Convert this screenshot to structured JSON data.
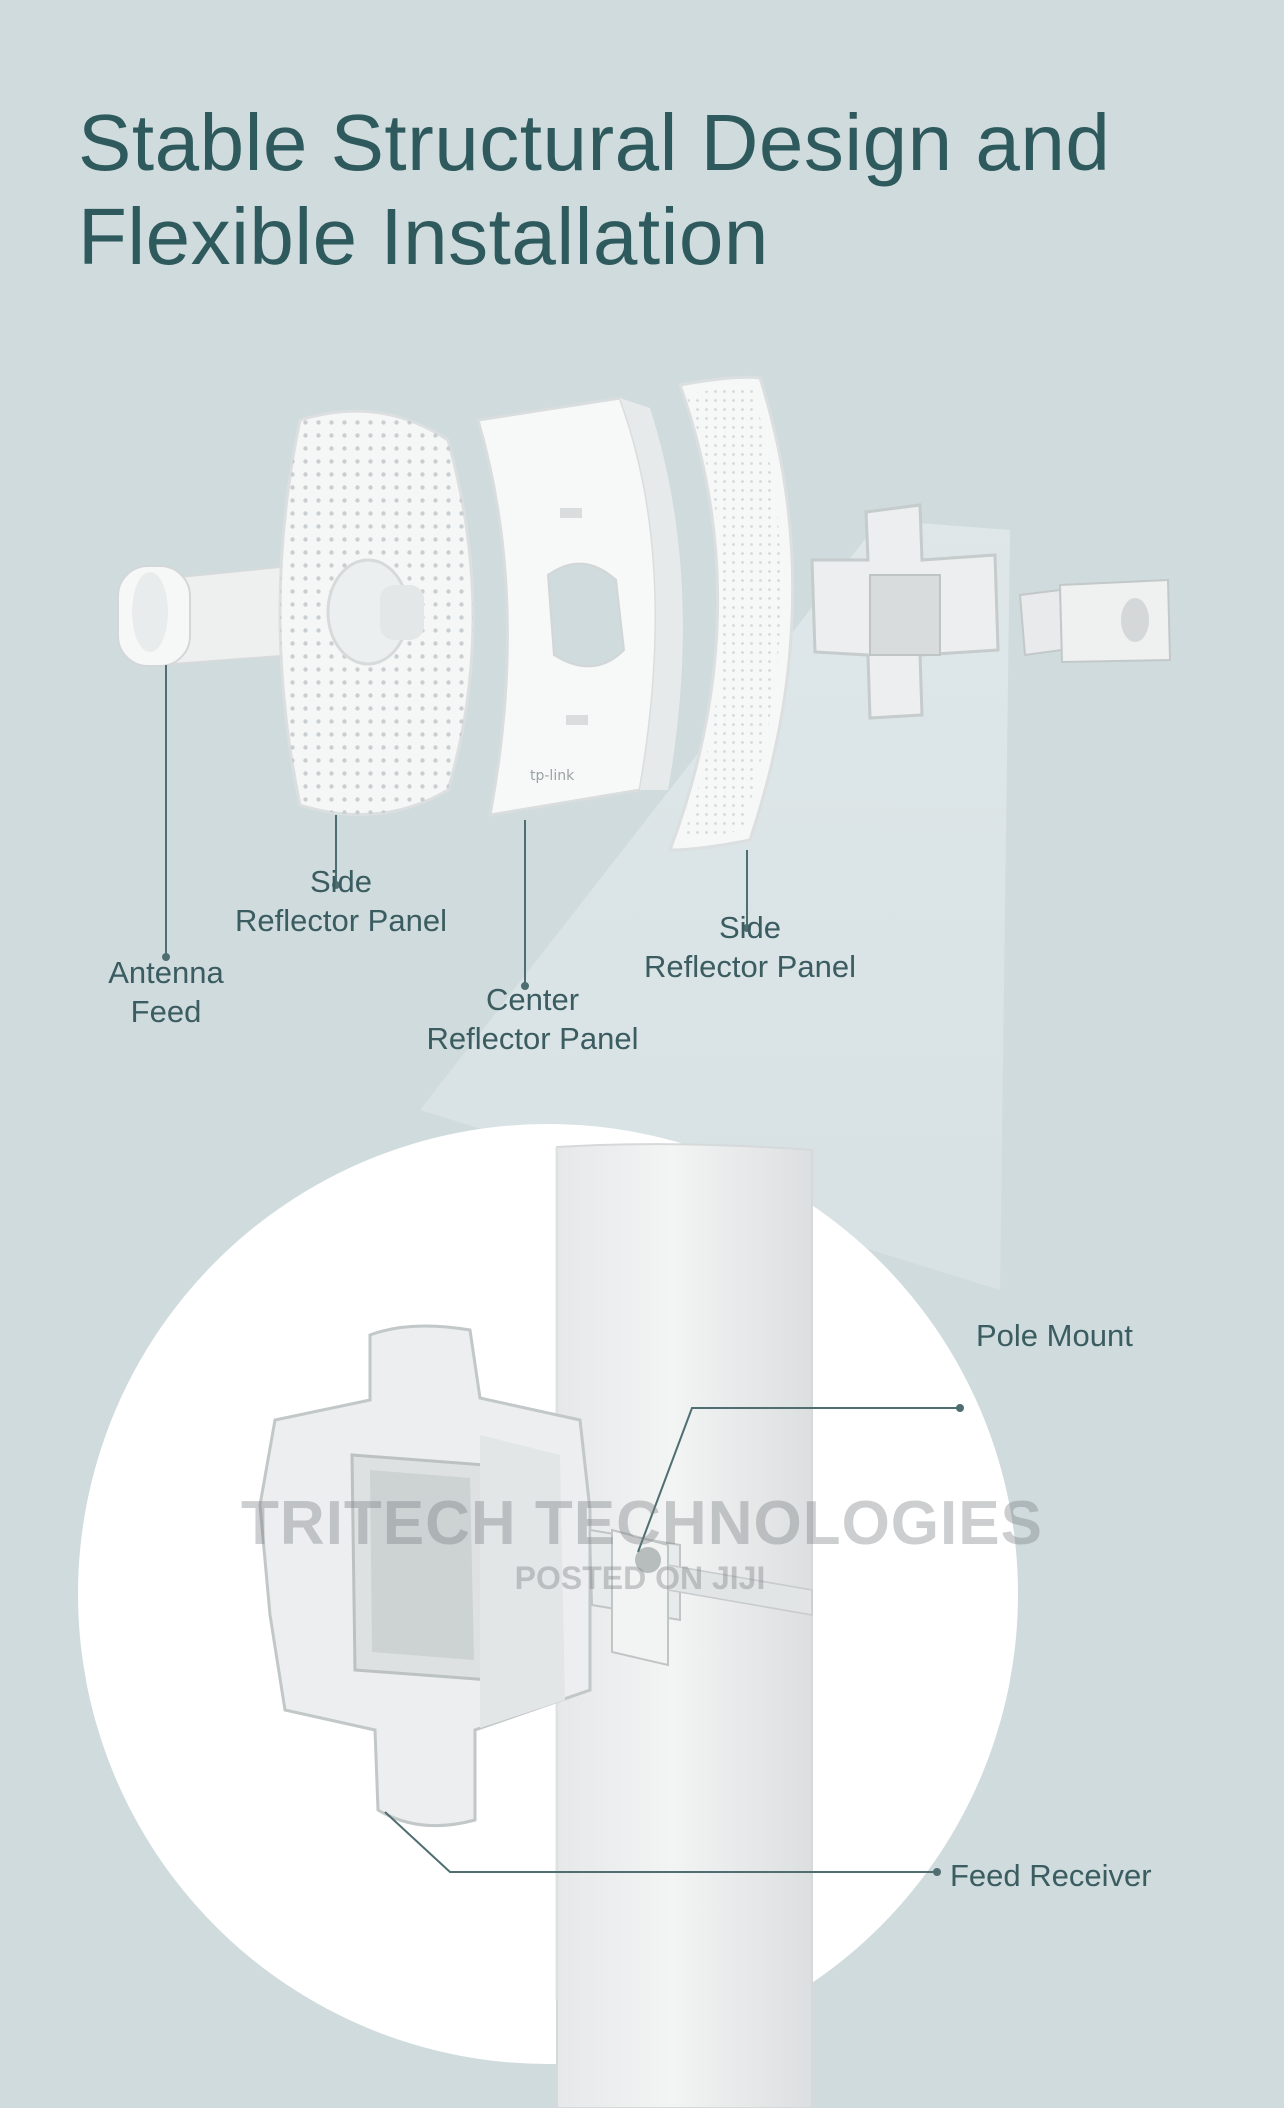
{
  "title": {
    "line1": "Stable Structural Design and",
    "line2": "Flexible Installation"
  },
  "labels": {
    "side_reflector_left": {
      "line1": "Side",
      "line2": "Reflector Panel"
    },
    "antenna_feed": {
      "line1": "Antenna",
      "line2": "Feed"
    },
    "center_reflector": {
      "line1": "Center",
      "line2": "Reflector Panel"
    },
    "side_reflector_right": {
      "line1": "Side",
      "line2": "Reflector Panel"
    },
    "pole_mount": "Pole Mount",
    "feed_receiver": "Feed Receiver"
  },
  "watermark": {
    "line1": "TRITECH TECHNOLOGIES",
    "line2": "POSTED ON JIJI"
  },
  "brand_mark": "tp-link",
  "colors": {
    "background": "#cfdbdd",
    "title": "#2e5a5d",
    "label": "#3b5c60",
    "leader_line": "#4f6e72",
    "device": "#f4f5f5"
  }
}
